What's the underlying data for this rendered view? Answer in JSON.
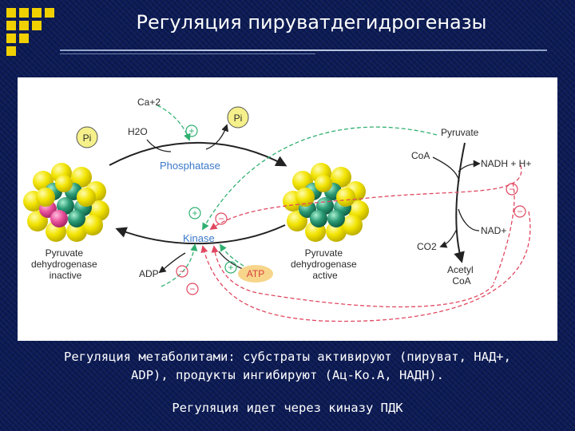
{
  "header": {
    "title": "Регуляция пируватдегидрогеназы"
  },
  "diagram": {
    "ca": "Ca+2",
    "h2o": "H2O",
    "pi_left": "Pi",
    "pi_top": "Pi",
    "phosphatase": "Phosphatase",
    "kinase": "Kinase",
    "adp": "ADP",
    "atp": "ATP",
    "pdh_inactive": [
      "Pyruvate",
      "dehydrogenase",
      "inactive"
    ],
    "pdh_active": [
      "Pyruvate",
      "dehydrogenase",
      "active"
    ],
    "pyruvate": "Pyruvate",
    "coa": "CoA",
    "nadh": "NADH + H+",
    "nad": "NAD+",
    "co2": "CO2",
    "acetyl_coa": [
      "Acetyl",
      "CoA"
    ],
    "plus": "+",
    "minus": "−",
    "colors": {
      "activation": "#30b070",
      "inhibition": "#e04860",
      "label_blue": "#3a78c8",
      "atp_highlight": "#f7d58a",
      "pi_circle": "#f5f08a",
      "sphere_yellow": "#f2e400",
      "sphere_green": "#2a9a74",
      "sphere_pink": "#e8509a"
    }
  },
  "caption": {
    "line1": "Регуляция метаболитами: субстраты активируют (пируват, НАД+,",
    "line2": "ADP), продукты ингибируют (Ац-Ко.А, НАДН).",
    "line3": "Регуляция идет через киназу ПДК"
  }
}
